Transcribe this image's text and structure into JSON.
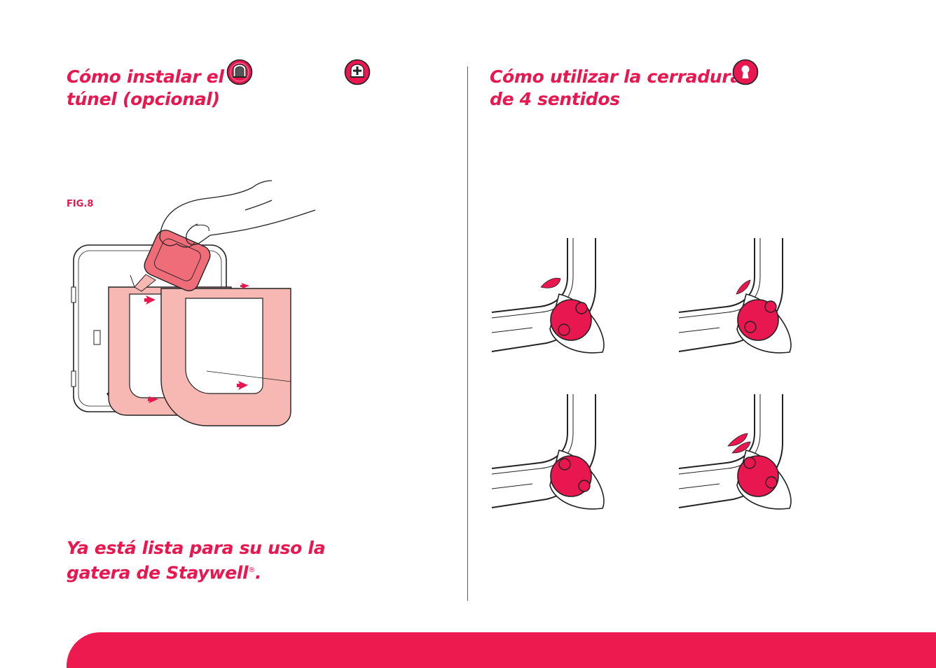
{
  "left_section": {
    "heading_lines": [
      "Cómo instalar el",
      "túnel (opcional)"
    ],
    "icons": [
      "tunnel-icon",
      "tunnel-add-icon"
    ]
  },
  "figure": {
    "label": "FIG.8"
  },
  "right_section": {
    "heading_lines": [
      "Cómo utilizar la cerradura",
      "de 4 sentidos"
    ],
    "icons": [
      "keyhole-icon"
    ]
  },
  "final": {
    "line1": "Ya está lista para su uso la",
    "line2": "gatera de Staywell",
    "reg_mark": "®",
    "period": "."
  },
  "colors": {
    "accent": "#e8174f",
    "footer": "#ec1a4f",
    "tunnel_fill": "#f7b7b2",
    "dial": "#e8174f"
  }
}
